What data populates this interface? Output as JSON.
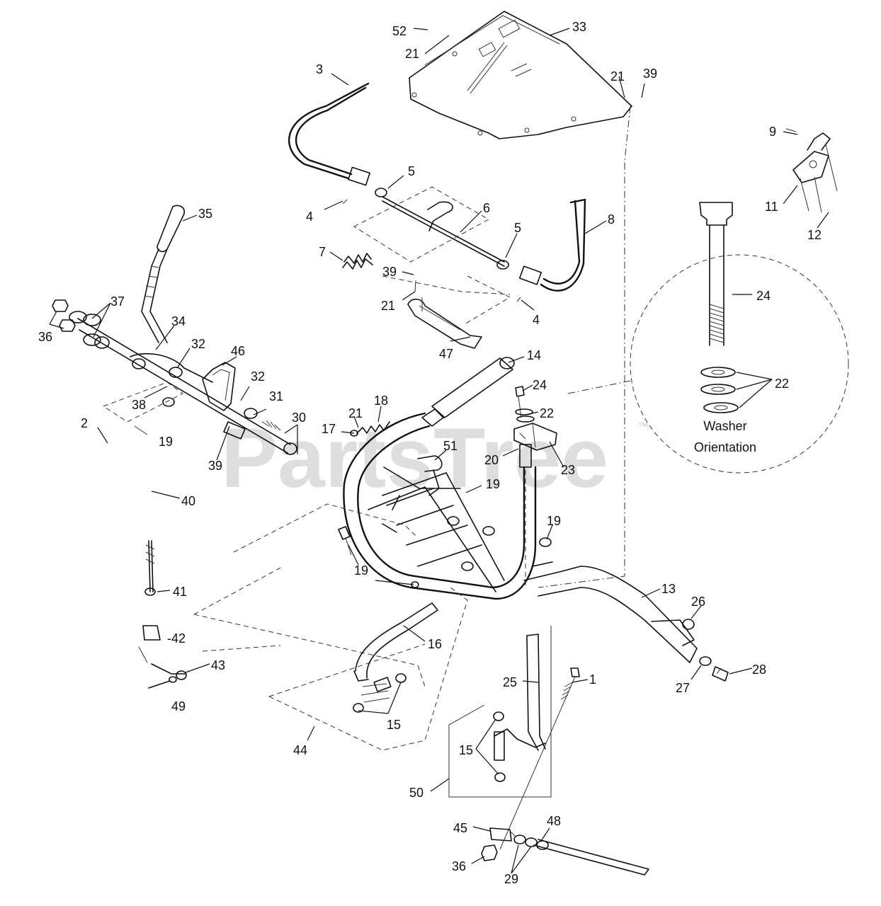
{
  "watermark": {
    "text": "PartsTree",
    "trademark": "™"
  },
  "detail": {
    "caption_line1": "Washer",
    "caption_line2": "Orientation"
  },
  "callouts": [
    {
      "id": "c52",
      "text": "52"
    },
    {
      "id": "c21a",
      "text": "21"
    },
    {
      "id": "c33",
      "text": "33"
    },
    {
      "id": "c3",
      "text": "3"
    },
    {
      "id": "c21b",
      "text": "21"
    },
    {
      "id": "c39a",
      "text": "39"
    },
    {
      "id": "c9",
      "text": "9"
    },
    {
      "id": "c11",
      "text": "11"
    },
    {
      "id": "c12",
      "text": "12"
    },
    {
      "id": "c5a",
      "text": "5"
    },
    {
      "id": "c4a",
      "text": "4"
    },
    {
      "id": "c6",
      "text": "6"
    },
    {
      "id": "c5b",
      "text": "5"
    },
    {
      "id": "c8",
      "text": "8"
    },
    {
      "id": "c7",
      "text": "7"
    },
    {
      "id": "c39b",
      "text": "39"
    },
    {
      "id": "c21c",
      "text": "21"
    },
    {
      "id": "c4b",
      "text": "4"
    },
    {
      "id": "c35",
      "text": "35"
    },
    {
      "id": "c37",
      "text": "37"
    },
    {
      "id": "c36a",
      "text": "36"
    },
    {
      "id": "c34",
      "text": "34"
    },
    {
      "id": "c32a",
      "text": "32"
    },
    {
      "id": "c46",
      "text": "46"
    },
    {
      "id": "c47",
      "text": "47"
    },
    {
      "id": "c14",
      "text": "14"
    },
    {
      "id": "c24a",
      "text": "24"
    },
    {
      "id": "c22a",
      "text": "22"
    },
    {
      "id": "c24b",
      "text": "24"
    },
    {
      "id": "c22b",
      "text": "22"
    },
    {
      "id": "c38",
      "text": "38"
    },
    {
      "id": "c32b",
      "text": "32"
    },
    {
      "id": "c31",
      "text": "31"
    },
    {
      "id": "c2",
      "text": "2"
    },
    {
      "id": "c19a",
      "text": "19"
    },
    {
      "id": "c30",
      "text": "30"
    },
    {
      "id": "c18",
      "text": "18"
    },
    {
      "id": "c21d",
      "text": "21"
    },
    {
      "id": "c17",
      "text": "17"
    },
    {
      "id": "c39c",
      "text": "39"
    },
    {
      "id": "c51",
      "text": "51"
    },
    {
      "id": "c20",
      "text": "20"
    },
    {
      "id": "c23",
      "text": "23"
    },
    {
      "id": "c19b",
      "text": "19"
    },
    {
      "id": "c40",
      "text": "40"
    },
    {
      "id": "c19c",
      "text": "19"
    },
    {
      "id": "c19d",
      "text": "19"
    },
    {
      "id": "c41",
      "text": "41"
    },
    {
      "id": "c13",
      "text": "13"
    },
    {
      "id": "c26",
      "text": "26"
    },
    {
      "id": "c42",
      "text": "-42"
    },
    {
      "id": "c16",
      "text": "16"
    },
    {
      "id": "c43",
      "text": "43"
    },
    {
      "id": "c28",
      "text": "28"
    },
    {
      "id": "c27",
      "text": "27"
    },
    {
      "id": "c25",
      "text": "25"
    },
    {
      "id": "c1",
      "text": "1"
    },
    {
      "id": "c49",
      "text": "49"
    },
    {
      "id": "c15a",
      "text": "15"
    },
    {
      "id": "c44",
      "text": "44"
    },
    {
      "id": "c15b",
      "text": "15"
    },
    {
      "id": "c50",
      "text": "50"
    },
    {
      "id": "c48",
      "text": "48"
    },
    {
      "id": "c45",
      "text": "45"
    },
    {
      "id": "c36b",
      "text": "36"
    },
    {
      "id": "c29",
      "text": "29"
    }
  ]
}
